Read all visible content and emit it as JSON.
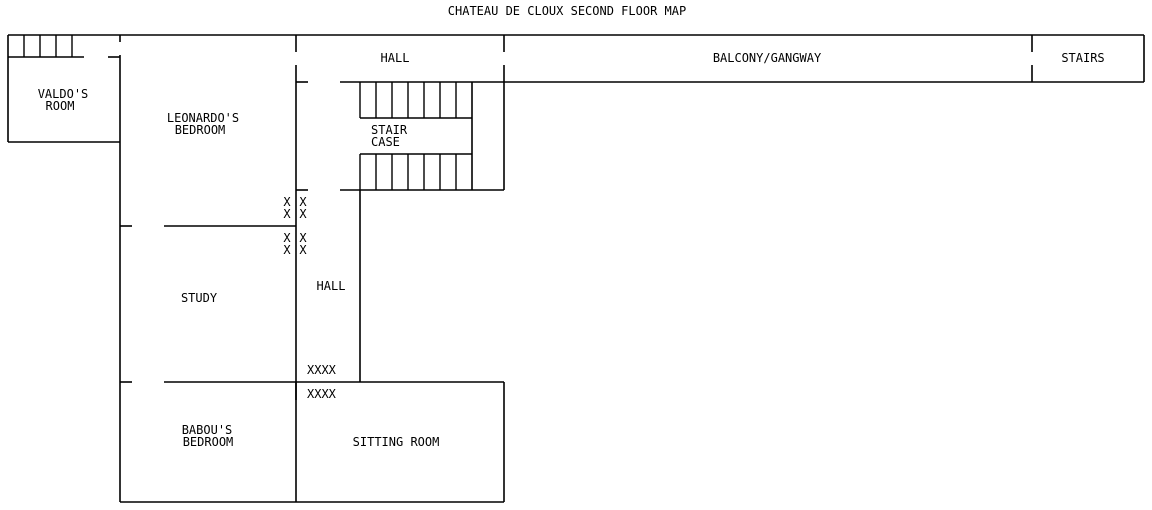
{
  "title": "CHATEAU DE CLOUX SECOND FLOOR MAP",
  "rooms": {
    "valdo": [
      "VALDO'S",
      "ROOM"
    ],
    "leonardo": [
      "LEONARDO'S",
      "BEDROOM"
    ],
    "study": [
      "STUDY"
    ],
    "babou": [
      "BABOU'S",
      "BEDROOM"
    ],
    "hall_top": [
      "HALL"
    ],
    "balcony": [
      "BALCONY/GANGWAY"
    ],
    "stairs": [
      "STAIRS"
    ],
    "staircase": [
      "STAIR",
      "CASE"
    ],
    "hall_side": [
      "HALL"
    ],
    "sitting": [
      "SITTING ROOM"
    ]
  },
  "markers": {
    "x_mark": "X",
    "xxxx": "XXXX"
  },
  "colors": {
    "line": "#000000",
    "background": "#ffffff"
  }
}
